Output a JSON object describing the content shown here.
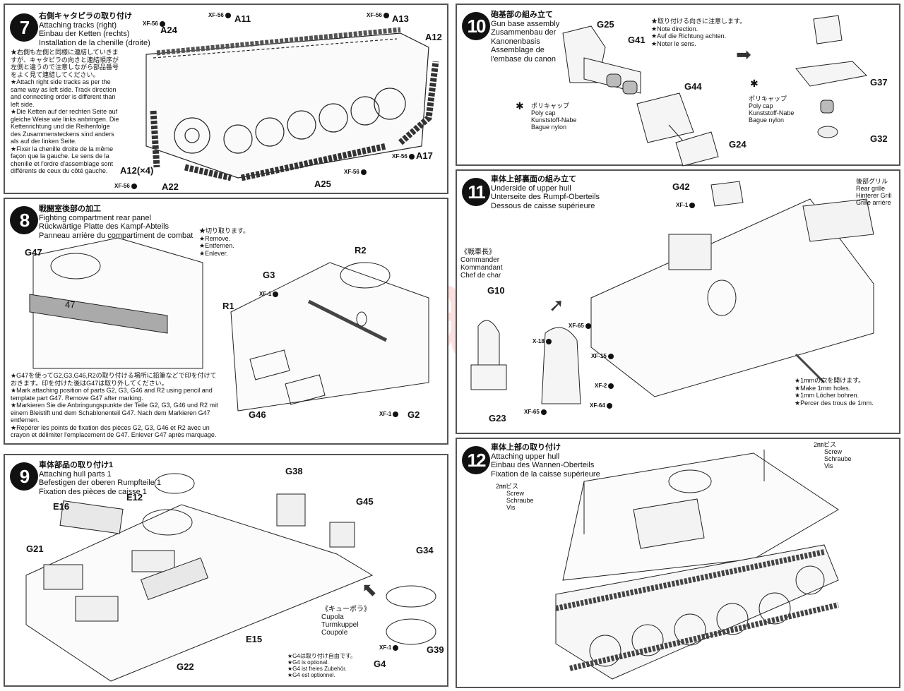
{
  "watermark": "modelartikl.cz",
  "steps": [
    {
      "number": "7",
      "title_jp": "右側キャタピラの取り付け",
      "title_en": "Attaching tracks (right)",
      "title_de": "Einbau der Ketten (rechts)",
      "title_fr": "Installation de la chenille (droite)",
      "notes": [
        "★右側も左側と同様に連結していきますが、キャタピラの向きと連結順序が左側と違うので注意しながら部品番号をよく見て連結してください。",
        "★Attach right side tracks as per the same way as left side. Track direction and connecting order is different than left side.",
        "★Die Ketten auf der rechten Seite auf gleiche Weise wie links anbringen. Die Kettenrichtung und die Reihenfolge des Zusammensteckens sind anders als auf der linken Seite.",
        "★Fixer la chenille droite de la même façon que la gauche. Le sens de la chenille et l'ordre d'assemblage sont différents de ceux du côté gauche."
      ],
      "parts": [
        "A24",
        "A11",
        "A13",
        "A12",
        "A12(×4)",
        "A22",
        "A25",
        "A17"
      ],
      "paint": "XF-56"
    },
    {
      "number": "8",
      "title_jp": "戦闘室後部の加工",
      "title_en": "Fighting compartment rear panel",
      "title_de": "Rückwärtige Platte des Kampf-Abteils",
      "title_fr": "Panneau arrière du compartiment de combat",
      "remove_note": [
        "★切り取ります。",
        "★Remove.",
        "★Entfernen.",
        "★Enlever."
      ],
      "notes": [
        "★G47を使ってG2,G3,G46,R2の取り付ける場所に鉛筆などで印を付けておきます。印を付けた後はG47は取り外してください。",
        "★Mark attaching position of parts G2, G3, G46 and R2 using pencil and template part G47. Remove G47 after marking.",
        "★Markieren Sie die Anbringungspunkte der Teile G2, G3, G46 und R2 mit einem Bleistift und dem Schablonenteil G47. Nach dem Markieren G47 entfernen.",
        "★Repérer les points de fixation des pièces G2, G3, G46 et R2 avec un crayon et délimiter l'emplacement de G47. Enlever G47 après marquage."
      ],
      "parts": [
        "G47",
        "47",
        "R1",
        "G3",
        "R2",
        "G46",
        "G2"
      ],
      "paint": "XF-1"
    },
    {
      "number": "9",
      "title_jp": "車体部品の取り付け1",
      "title_en": "Attaching hull parts 1",
      "title_de": "Befestigen der oberen Rumpfteile 1",
      "title_fr": "Fixation des pièces de caisse 1",
      "cupola": [
        "《キューポラ》",
        "Cupola",
        "Turmkuppel",
        "Coupole"
      ],
      "notes": [
        "★G4は取り付け自由です。",
        "★G4 is optional.",
        "★G4 ist freies Zubehör.",
        "★G4 est optionnel."
      ],
      "parts": [
        "E16",
        "E12",
        "G21",
        "G38",
        "G45",
        "G34",
        "E15",
        "G22",
        "G39",
        "G4"
      ],
      "paint": "XF-1"
    },
    {
      "number": "10",
      "title_jp": "砲基部の組み立て",
      "title_en": "Gun base assembly",
      "title_de": "Zusammenbau der Kanonenbasis",
      "title_fr": "Assemblage de l'embase du canon",
      "direction_note": [
        "★取り付ける向きに注意します。",
        "★Note direction.",
        "★Auf die Richtung achten.",
        "★Noter le sens."
      ],
      "polycap": [
        "ポリキャップ",
        "Poly cap",
        "Kunststoff-Nabe",
        "Bague nylon"
      ],
      "parts": [
        "G25",
        "G41",
        "G44",
        "G24",
        "G37",
        "G32"
      ]
    },
    {
      "number": "11",
      "title_jp": "車体上部裏面の組み立て",
      "title_en": "Underside of upper hull",
      "title_de": "Unterseite des Rumpf-Oberteils",
      "title_fr": "Dessous de caisse supérieure",
      "commander": [
        "《戦車長》",
        "Commander",
        "Kommandant",
        "Chef de char"
      ],
      "rear_grille": [
        "後部グリル",
        "Rear grille",
        "Hinterer Grill",
        "Grille arrière"
      ],
      "holes_note": [
        "★1mmの穴を開けます。",
        "★Make 1mm holes.",
        "★1mm Löcher bohren.",
        "★Percer des trous de 1mm."
      ],
      "parts": [
        "G42",
        "G10",
        "G23"
      ],
      "paints": [
        "XF-1",
        "XF-65",
        "X-18",
        "XF-15",
        "XF-2",
        "XF-64",
        "XF-65"
      ]
    },
    {
      "number": "12",
      "title_jp": "車体上部の取り付け",
      "title_en": "Attaching upper hull",
      "title_de": "Einbau des Wannen-Oberteils",
      "title_fr": "Fixation de la caisse supérieure",
      "screw_left": [
        "2㎜ビス",
        "Screw",
        "Schraube",
        "Vis"
      ],
      "screw_right": [
        "2㎜ビス",
        "Screw",
        "Schraube",
        "Vis"
      ]
    }
  ]
}
